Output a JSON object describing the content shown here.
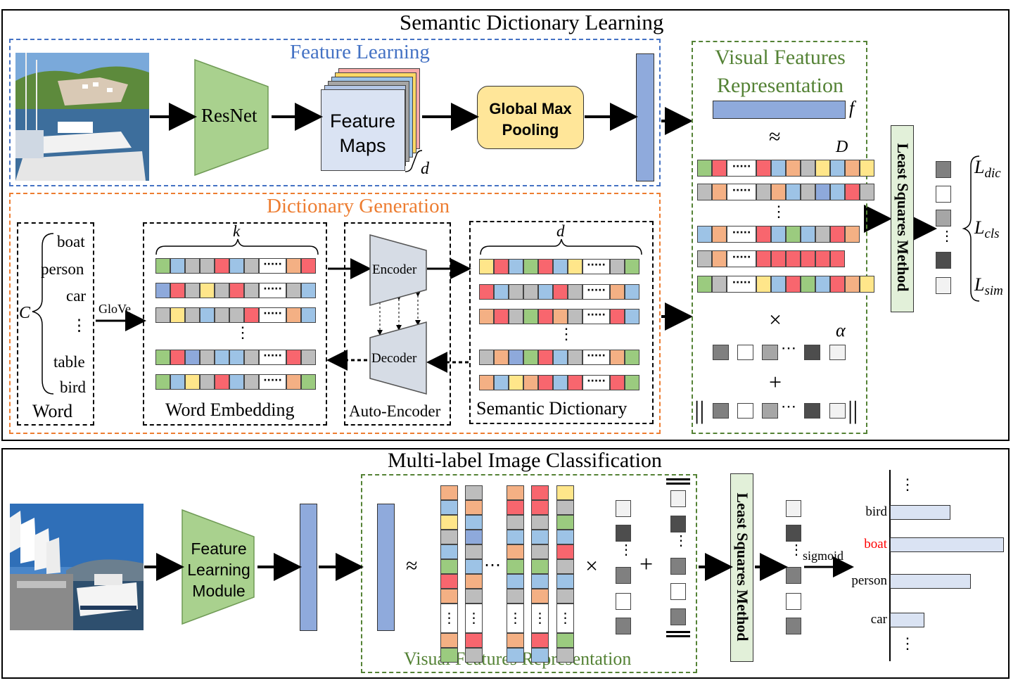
{
  "top": {
    "title": "Semantic Dictionary Learning",
    "feature_learning": {
      "title": "Feature Learning",
      "resnet": "ResNet",
      "feature_maps": "Feature\nMaps",
      "d": "d",
      "pooling": "Global Max\nPooling"
    },
    "visual_features": {
      "title": "Visual Features\nRepresentation",
      "f": "f",
      "approx": "≈",
      "D": "D",
      "times": "×",
      "alpha": "α",
      "plus": "+"
    },
    "dictionary_generation": {
      "title": "Dictionary Generation",
      "words": [
        "boat",
        "person",
        "car",
        "⋮",
        "table",
        "bird"
      ],
      "C": "C",
      "word_label": "Word",
      "glove": "GloVe",
      "k": "k",
      "word_embedding": "Word Embedding",
      "encoder": "Encoder",
      "decoder": "Decoder",
      "auto_encoder": "Auto-Encoder",
      "d": "d",
      "semantic_dictionary": "Semantic Dictionary"
    },
    "least_squares": "Least Squares Method",
    "losses": [
      {
        "main": "L",
        "sub": "dic"
      },
      {
        "main": "L",
        "sub": "cls"
      },
      {
        "main": "L",
        "sub": "sim"
      }
    ]
  },
  "bottom": {
    "title": "Multi-label Image Classification",
    "module": "Feature\nLearning\nModule",
    "visual_features": "Visual Features Representation",
    "approx": "≈",
    "times": "×",
    "plus": "+",
    "least_squares": "Least Squares Method",
    "sigmoid": "sigmoid",
    "bars": [
      {
        "label": "bird",
        "value": 0.53,
        "highlight": false
      },
      {
        "label": "boat",
        "value": 1.0,
        "highlight": true
      },
      {
        "label": "person",
        "value": 0.71,
        "highlight": false
      },
      {
        "label": "car",
        "value": 0.3,
        "highlight": false
      }
    ]
  },
  "colors": {
    "green": "#9bcb7f",
    "blue": "#9dc3e6",
    "pink": "#f8666e",
    "gray": "#bdbdbd",
    "yellow": "#ffe68a",
    "orange": "#f4b084",
    "darkblue": "#8ea9db",
    "feature_learning_border": "#4472c4",
    "dict_gen_border": "#ed7d31",
    "visual_border": "#548235",
    "resnet_fill": "#a9d18e",
    "pooling_fill": "#ffe699",
    "vec_fill": "#8faadc",
    "boat_label": "#ff0000"
  },
  "icons": [
    "harbor-photo",
    "cruise-ship-photo"
  ]
}
